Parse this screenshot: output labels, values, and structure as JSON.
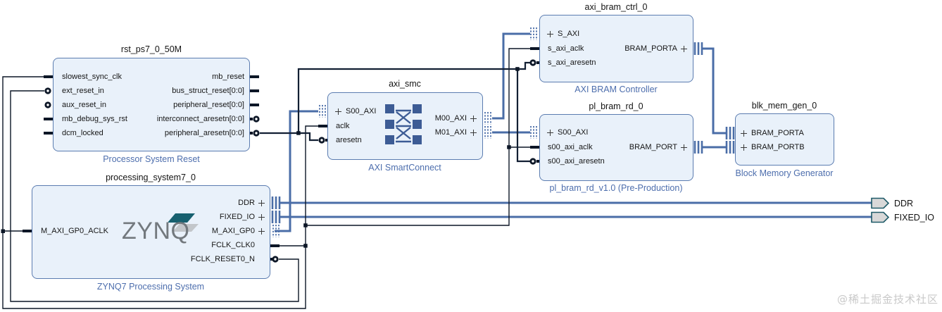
{
  "watermark": "@稀土掘金技术社区",
  "ports": {
    "ddr": "DDR",
    "fixed_io": "FIXED_IO"
  },
  "colors": {
    "block_fill": "#E9F1FA",
    "block_border": "#5B7CB0",
    "caption_blue": "#4D6EAD",
    "bus_blue": "#4A6DA7",
    "wire_dark": "#0C1626",
    "logo_teal": "#17606F",
    "logo_gray": "#C2C6CA",
    "port_fill": "#D8D8D8",
    "port_stroke": "#1E5A68"
  },
  "blocks": {
    "rst_ps7": {
      "title": "rst_ps7_0_50M",
      "caption": "Processor System Reset",
      "pins_left": [
        "slowest_sync_clk",
        "ext_reset_in",
        "aux_reset_in",
        "mb_debug_sys_rst",
        "dcm_locked"
      ],
      "pins_right": [
        "mb_reset",
        "bus_struct_reset[0:0]",
        "peripheral_reset[0:0]",
        "interconnect_aresetn[0:0]",
        "peripheral_aresetn[0:0]"
      ]
    },
    "ps7": {
      "title": "processing_system7_0",
      "caption": "ZYNQ7 Processing System",
      "logo": "ZYNQ",
      "logo_tm": "™",
      "pins_left": [
        "M_AXI_GP0_ACLK"
      ],
      "pins_right": [
        "DDR",
        "FIXED_IO",
        "M_AXI_GP0",
        "FCLK_CLK0",
        "FCLK_RESET0_N"
      ]
    },
    "axi_smc": {
      "title": "axi_smc",
      "caption": "AXI SmartConnect",
      "pins_left": [
        "S00_AXI",
        "aclk",
        "aresetn"
      ],
      "pins_right": [
        "M00_AXI",
        "M01_AXI"
      ]
    },
    "axi_bram_ctrl": {
      "title": "axi_bram_ctrl_0",
      "caption": "AXI BRAM Controller",
      "pins_left": [
        "S_AXI",
        "s_axi_aclk",
        "s_axi_aresetn"
      ],
      "pins_right": [
        "BRAM_PORTA"
      ]
    },
    "pl_bram_rd": {
      "title": "pl_bram_rd_0",
      "caption": "pl_bram_rd_v1.0 (Pre-Production)",
      "pins_left": [
        "S00_AXI",
        "s00_axi_aclk",
        "s00_axi_aresetn"
      ],
      "pins_right": [
        "BRAM_PORT"
      ]
    },
    "blk_mem_gen": {
      "title": "blk_mem_gen_0",
      "caption": "Block Memory Generator",
      "pins_left": [
        "BRAM_PORTA",
        "BRAM_PORTB"
      ]
    }
  }
}
